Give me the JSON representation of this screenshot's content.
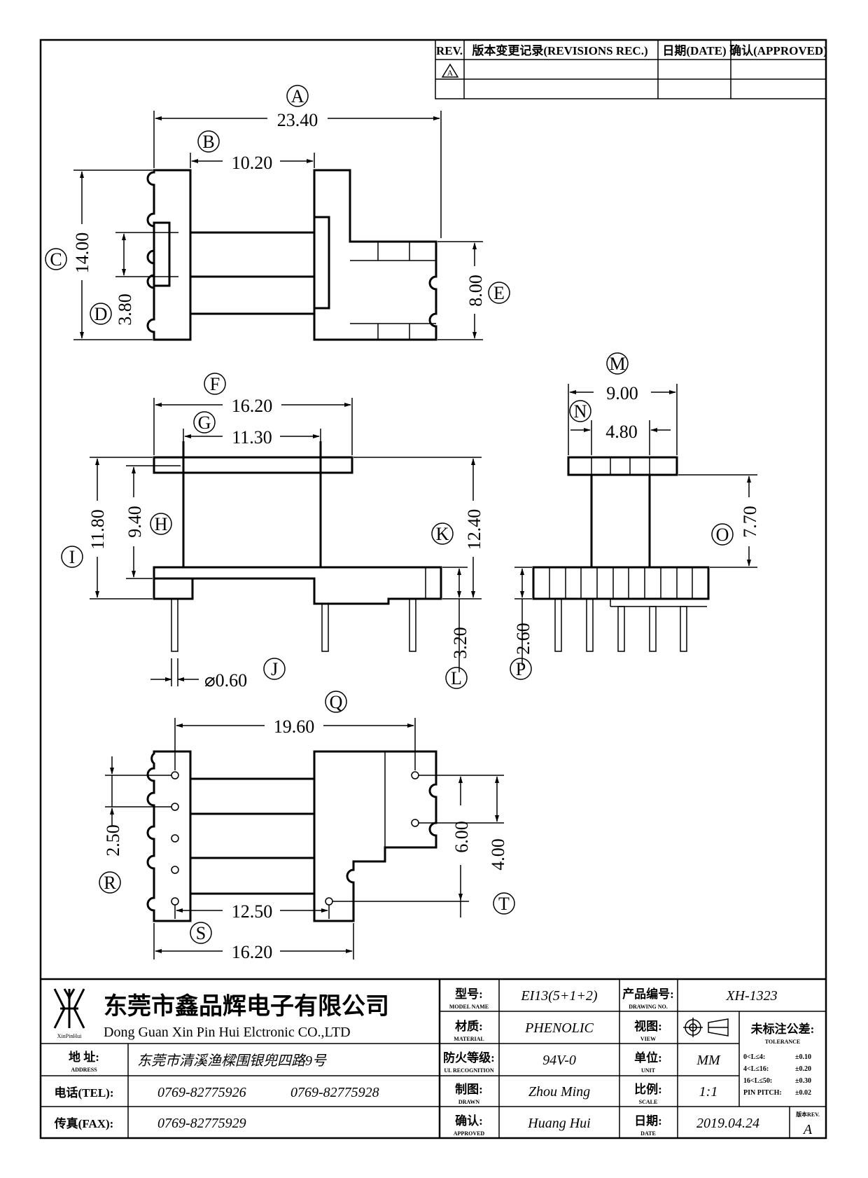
{
  "revisions": {
    "rev_label": "REV.",
    "record_label": "版本变更记录(REVISIONS REC.)",
    "date_label": "日期(DATE)",
    "approved_label": "确认(APPROVED)",
    "rev_marker": "A"
  },
  "dimensions": {
    "A": "23.40",
    "B": "10.20",
    "C": "14.00",
    "D": "3.80",
    "E": "8.00",
    "F": "16.20",
    "G": "11.30",
    "H": "9.40",
    "I": "11.80",
    "J": "⌀0.60",
    "K": "12.40",
    "L": "3.20",
    "M": "9.00",
    "N": "4.80",
    "O": "7.70",
    "P": "2.60",
    "Q": "19.60",
    "R": "2.50",
    "S1": "12.50",
    "S2": "16.20",
    "T1": "6.00",
    "T2": "4.00"
  },
  "callouts": [
    "A",
    "B",
    "C",
    "D",
    "E",
    "F",
    "G",
    "H",
    "I",
    "J",
    "K",
    "L",
    "M",
    "N",
    "O",
    "P",
    "Q",
    "R",
    "S",
    "T"
  ],
  "company": {
    "name_cn": "东莞市鑫品辉电子有限公司",
    "name_en": "Dong Guan Xin Pin Hui Elctronic CO.,LTD",
    "logo_text": "XinPinHui"
  },
  "address": {
    "label": "地 址:",
    "label_en": "ADDRESS",
    "value": "东莞市清溪渔樑围银兜四路9号"
  },
  "tel": {
    "label": "电话(TEL):",
    "value1": "0769-82775926",
    "value2": "0769-82775928"
  },
  "fax": {
    "label": "传真(FAX):",
    "value": "0769-82775929"
  },
  "fields": {
    "model": {
      "label": "型号:",
      "sub": "MODEL NAME",
      "value": "EI13(5+1+2)"
    },
    "material": {
      "label": "材质:",
      "sub": "MATERIAL",
      "value": "PHENOLIC"
    },
    "ul": {
      "label": "防火等级:",
      "sub": "UL RECOGNITION",
      "value": "94V-0"
    },
    "drawn": {
      "label": "制图:",
      "sub": "DRAWN",
      "value": "Zhou Ming"
    },
    "approved": {
      "label": "确认:",
      "sub": "APPROVED",
      "value": "Huang Hui"
    },
    "drawing_no": {
      "label": "产品编号:",
      "sub": "DRAWING NO.",
      "value": "XH-1323"
    },
    "view": {
      "label": "视图:",
      "sub": "VIEW"
    },
    "unit": {
      "label": "单位:",
      "sub": "UNIT",
      "value": "MM"
    },
    "scale": {
      "label": "比例:",
      "sub": "SCALE",
      "value": "1:1"
    },
    "date": {
      "label": "日期:",
      "sub": "DATE",
      "value": "2019.04.24"
    }
  },
  "tolerance": {
    "label": "未标注公差:",
    "sub": "TOLERANCE",
    "rows": [
      {
        "range": "0<L≤4:",
        "value": "±0.10"
      },
      {
        "range": "4<L≤16:",
        "value": "±0.20"
      },
      {
        "range": "16<L≤50:",
        "value": "±0.30"
      },
      {
        "range": "PIN PITCH:",
        "value": "±0.02"
      }
    ]
  },
  "version": {
    "label": "版本REV.",
    "value": "A"
  }
}
